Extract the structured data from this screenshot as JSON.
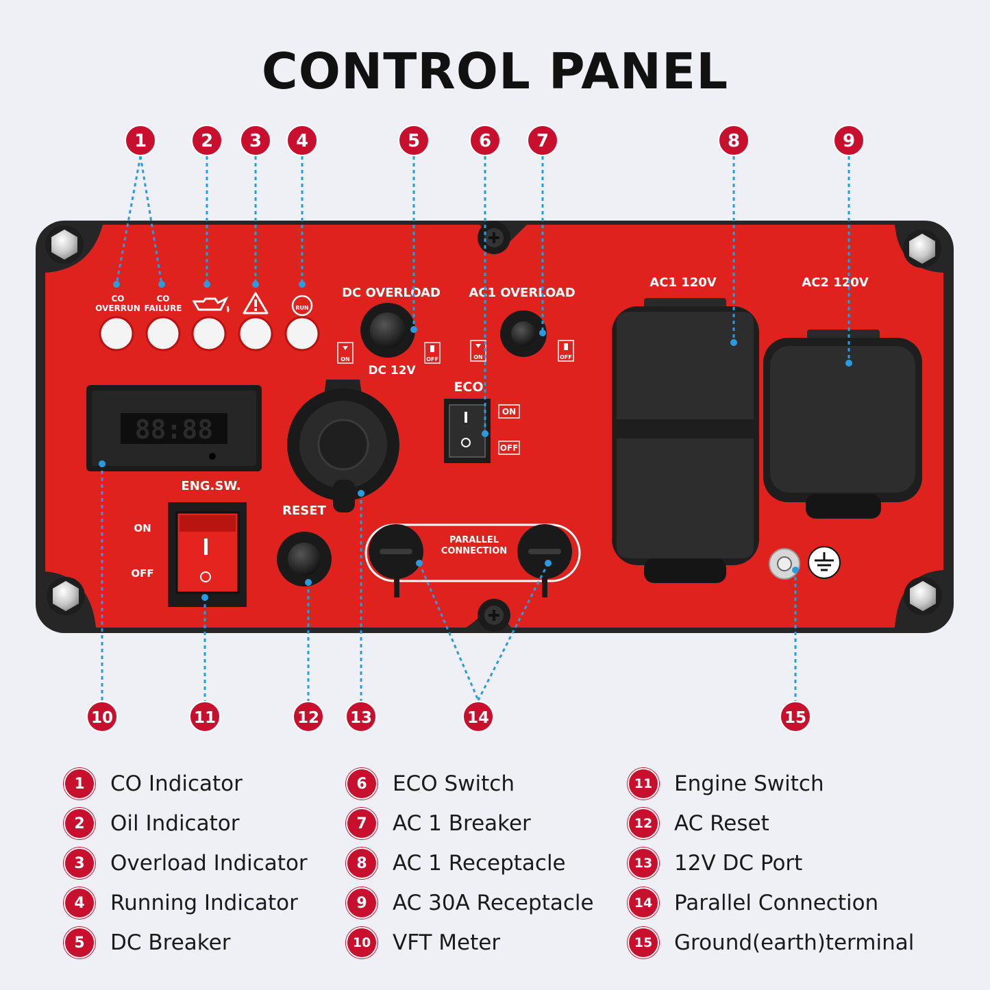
{
  "title": "CONTROL PANEL",
  "colors": {
    "badge": "#c8102e",
    "panel": "#e0221f",
    "frame": "#2a2a2a",
    "leader": "#2b9be0"
  },
  "panel_labels": {
    "co_overrun": "CO\nOVERRUN",
    "co_failure": "CO\nFAILURE",
    "dc_overload": "DC OVERLOAD",
    "ac1_overload": "AC1 OVERLOAD",
    "dc_12v": "DC 12V",
    "eco": "ECO",
    "eco_on": "ON",
    "eco_off": "OFF",
    "ac1_120v": "AC1 120V",
    "ac2_120v": "AC2 120V",
    "eng_sw": "ENG.SW.",
    "eng_on": "ON",
    "eng_off": "OFF",
    "reset": "RESET",
    "parallel": "PARALLEL\nCONNECTION",
    "meter_display": "88:88",
    "breaker_on": "ON",
    "breaker_off": "OFF",
    "run_icon_text": "RUN"
  },
  "callouts": [
    "1",
    "2",
    "3",
    "4",
    "5",
    "6",
    "7",
    "8",
    "9",
    "10",
    "11",
    "12",
    "13",
    "14",
    "15"
  ],
  "legend": [
    {
      "num": "1",
      "text": "CO Indicator"
    },
    {
      "num": "2",
      "text": "Oil Indicator"
    },
    {
      "num": "3",
      "text": "Overload Indicator"
    },
    {
      "num": "4",
      "text": "Running Indicator"
    },
    {
      "num": "5",
      "text": "DC Breaker"
    },
    {
      "num": "6",
      "text": "ECO Switch"
    },
    {
      "num": "7",
      "text": "AC 1 Breaker"
    },
    {
      "num": "8",
      "text": "AC 1 Receptacle"
    },
    {
      "num": "9",
      "text": "AC 30A Receptacle"
    },
    {
      "num": "10",
      "text": "VFT Meter"
    },
    {
      "num": "11",
      "text": "Engine Switch"
    },
    {
      "num": "12",
      "text": "AC Reset"
    },
    {
      "num": "13",
      "text": "12V DC Port"
    },
    {
      "num": "14",
      "text": "Parallel Connection"
    },
    {
      "num": "15",
      "text": "Ground(earth)terminal"
    }
  ]
}
